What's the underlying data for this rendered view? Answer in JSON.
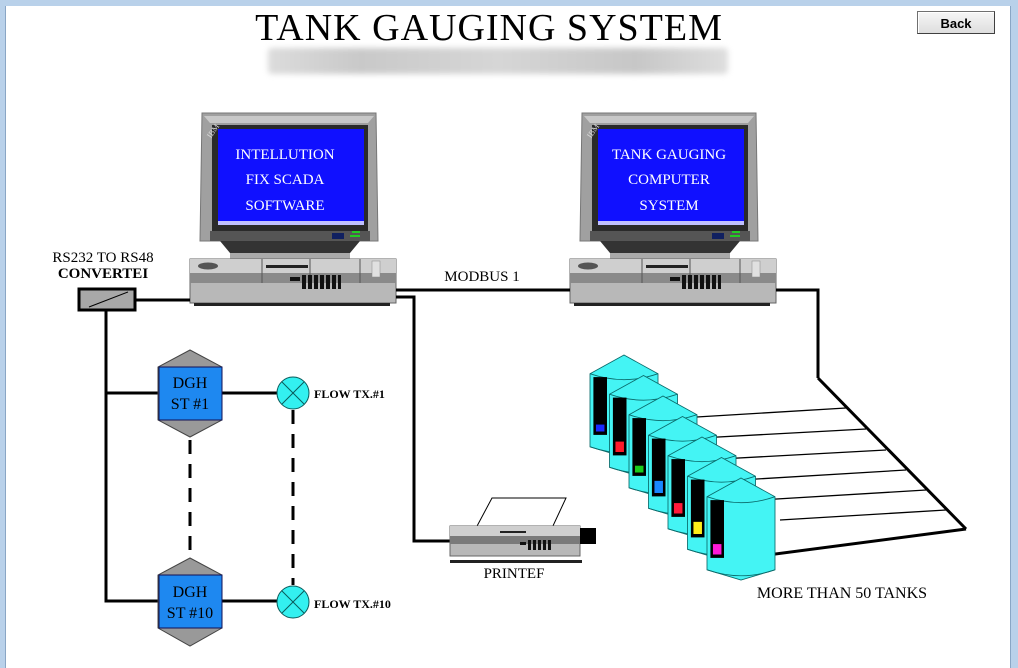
{
  "window": {
    "title_bar_text": "",
    "frame_color": "#b9d1ea"
  },
  "header": {
    "title": "TANK GAUGING SYSTEM",
    "subtitle_redacted": true,
    "back_button": "Back"
  },
  "colors": {
    "screen_blue": "#1010ff",
    "dgh_blue": "#1e88f0",
    "dgh_gray": "#999999",
    "flow_cyan": "#33f0f0",
    "tank_cyan": "#44f4f4",
    "computer_gray": "#b8b8b8"
  },
  "computers": [
    {
      "screen_lines": [
        "INTELLUTION",
        "FIX SCADA",
        "SOFTWARE"
      ]
    },
    {
      "screen_lines": [
        "TANK GAUGING",
        "COMPUTER",
        "SYSTEM"
      ]
    }
  ],
  "labels": {
    "converter": [
      "RS232 TO RS48",
      "CONVERTEI"
    ],
    "modbus": "MODBUS 1",
    "printer": "PRINTEF",
    "tanks": "MORE THAN 50 TANKS"
  },
  "dgh_stations": [
    {
      "line1": "DGH",
      "line2": "ST #1"
    },
    {
      "line1": "DGH",
      "line2": "ST #10"
    }
  ],
  "flow_transmitters": [
    {
      "label": "FLOW TX.#1"
    },
    {
      "label": "FLOW TX.#10"
    }
  ],
  "tanks": [
    {
      "indicator_color": "#1a2aff",
      "level": 0.2
    },
    {
      "indicator_color": "#ff1a2a",
      "level": 0.3
    },
    {
      "indicator_color": "#1acc1a",
      "level": 0.15
    },
    {
      "indicator_color": "#1a88ff",
      "level": 0.35
    },
    {
      "indicator_color": "#ff1a3a",
      "level": 0.3
    },
    {
      "indicator_color": "#ffee1a",
      "level": 0.35
    },
    {
      "indicator_color": "#ff1ad8",
      "level": 0.3
    }
  ]
}
